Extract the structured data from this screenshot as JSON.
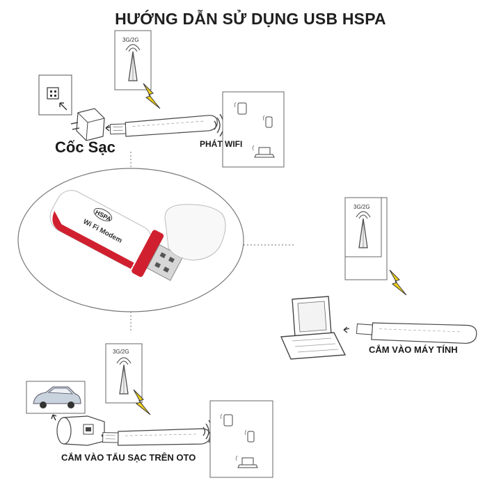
{
  "title": "HƯỚNG DẪN SỬ DỤNG USB HSPA",
  "labels": {
    "charger": "Cốc Sạc",
    "wifi": "PHÁT WIFI",
    "computer": "CẮM VÀO MÁY TÍNH",
    "car": "CẮM VÀO TẨU SẠC TRÊN OTO"
  },
  "tower_label": "3G/2G",
  "device": {
    "brand": "HSPA",
    "model_text": "Wi Fi Modem"
  },
  "colors": {
    "accent_red": "#d0202f",
    "lightning_yellow": "#f2d21a",
    "line_gray": "#555555"
  },
  "icons": [
    "wall-socket-icon",
    "charger-plug-icon",
    "cell-tower-icon",
    "lightning-icon",
    "usb-modem-icon",
    "wifi-signal-icon",
    "tablet-icon",
    "smartphone-icon",
    "laptop-icon",
    "car-icon",
    "car-charger-icon"
  ]
}
